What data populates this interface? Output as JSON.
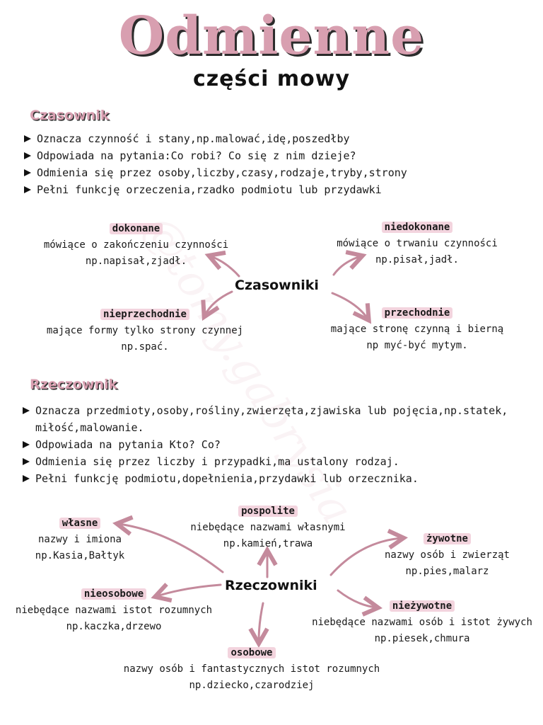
{
  "title": "Odmienne",
  "subtitle": "części mowy",
  "watermark": "@tomy.gabrysia",
  "czasownik": {
    "heading": "Czasownik",
    "bullets": [
      "Oznacza czynność i stany,np.malować,idę,poszedłby",
      "Odpowiada na pytania:Co robi? Co się z nim dzieje?",
      "Odmienia się przez osoby,liczby,czasy,rodzaje,tryby,strony",
      "Pełni funkcję orzeczenia,rzadko podmiotu lub przydawki"
    ],
    "center": "Czasowniki",
    "nodes": {
      "dokonane": {
        "label": "dokonane",
        "lines": [
          "mówiące o zakończeniu czynności",
          "np.napisał,zjadł."
        ]
      },
      "niedokonane": {
        "label": "niedokonane",
        "lines": [
          "mówiące o trwaniu czynności",
          "np.pisał,jadł."
        ]
      },
      "nieprzechodnie": {
        "label": "nieprzechodnie",
        "lines": [
          "mające formy tylko strony czynnej",
          "np.spać."
        ]
      },
      "przechodnie": {
        "label": "przechodnie",
        "lines": [
          "mające stronę czynną i bierną",
          "np myć-być mytym."
        ]
      }
    }
  },
  "rzeczownik": {
    "heading": "Rzeczownik",
    "bullets": [
      "Oznacza przedmioty,osoby,rośliny,zwierzęta,zjawiska lub pojęcia,np.statek,",
      "Odpowiada na pytania Kto? Co?",
      "Odmienia się przez liczby i przypadki,ma ustalony rodzaj.",
      "Pełni funkcję podmiotu,dopełnienia,przydawki lub orzecznika."
    ],
    "bullet1_cont": "miłość,malowanie.",
    "center": "Rzeczowniki",
    "nodes": {
      "wlasne": {
        "label": "własne",
        "lines": [
          "nazwy i imiona",
          "np.Kasia,Bałtyk"
        ]
      },
      "pospolite": {
        "label": "pospolite",
        "lines": [
          "niebędące nazwami własnymi",
          "np.kamień,trawa"
        ]
      },
      "zywotne": {
        "label": "żywotne",
        "lines": [
          "nazwy osób i zwierząt",
          "np.pies,malarz"
        ]
      },
      "nieosobowe": {
        "label": "nieosobowe",
        "lines": [
          "niebędące nazwami istot rozumnych",
          "np.kaczka,drzewo"
        ]
      },
      "niezywotne": {
        "label": "nieżywotne",
        "lines": [
          "niebędące nazwami osób i istot żywych",
          "np.piesek,chmura"
        ]
      },
      "osobowe": {
        "label": "osobowe",
        "lines": [
          "nazwy osób i fantastycznych istot rozumnych",
          "np.dziecko,czarodziej"
        ]
      }
    }
  },
  "colors": {
    "accent": "#d89fb0",
    "arrow": "#c48a9c",
    "highlight": "#f3d4de",
    "text": "#1a1a1a"
  }
}
